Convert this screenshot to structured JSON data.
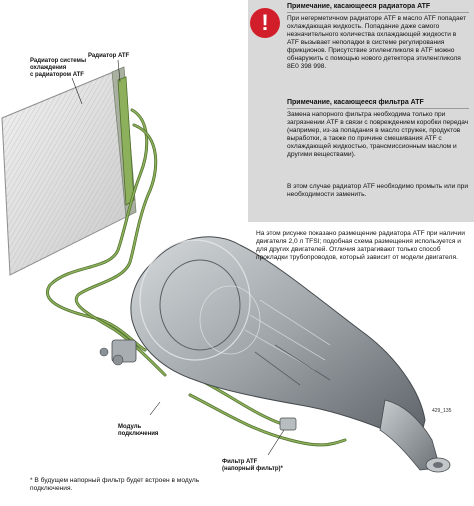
{
  "labels": {
    "radiator_system": [
      "Радиатор системы",
      "охлаждения",
      "с радиатором ATF"
    ],
    "atf_radiator": "Радиатор ATF",
    "module": [
      "Модуль",
      "подключения"
    ],
    "atf_filter": [
      "Фильтр ATF",
      "(напорный фильтр)*"
    ],
    "code": "429_135"
  },
  "note_radiator": {
    "title": "Примечание, касающееся радиатора ATF",
    "body": "При негерметичном радиаторе ATF в масло ATF попадает охлаждающая жидкость. Попадание даже самого незначительного количества охлаждающей жидкости в ATF вызывает неполадки в системе регулирования фрикционов. Присутствие этиленгликоля в ATF можно обнаружить с помощью нового детектора этиленгликоля 8E0 398 998."
  },
  "note_filter": {
    "title": "Примечание, касающееся фильтра ATF",
    "body1": "Замена напорного фильтра необходима только при загрязнении ATF в связи с повреждением коробки передач (например, из-за попадания в масло стружек, продуктов выработки, а также по причине смешивания ATF с охлаждающей жидкостью, трансмиссионным маслом и другими веществами).",
    "body2": "В этом случае радиатор ATF необходимо промыть или при необходимости заменить."
  },
  "caption": "На этом рисунке показано размещение радиатора ATF при наличии двигателя 2,0 л TFSI; подобная схема размещения используется и для других двигателей. Отличия затрагивают только способ прокладки трубопроводов, который зависит от модели двигателя.",
  "footnote": {
    "mark": "*",
    "text": "В будущем напорный фильтр будет встроен в модуль подключения."
  },
  "colors": {
    "note_background": "#d9d9d9",
    "warning_red": "#d21e2b",
    "pipe_green": "#6d9a3f",
    "housing_gray": "#9ea4a8"
  },
  "icons": {
    "warning": "exclamation-icon"
  }
}
